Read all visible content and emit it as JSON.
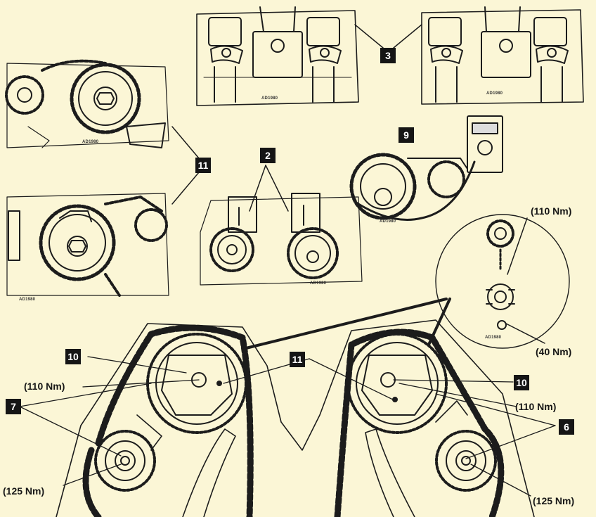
{
  "callouts": {
    "c3": "3",
    "c11_top": "11",
    "c2": "2",
    "c9": "9",
    "c10_left": "10",
    "c11_mid": "11",
    "c10_right": "10",
    "c7": "7",
    "c6": "6"
  },
  "torques": {
    "t110_tl": "(110 Nm)",
    "t110_inset": "(110 Nm)",
    "t40": "(40 Nm)",
    "t110_r": "(110 Nm)",
    "t125_l": "(125 Nm)",
    "t125_r": "(125 Nm)"
  },
  "image_codes": {
    "a1": "AD1980",
    "a2": "AD1980",
    "a3": "AD1980",
    "a4": "AD1980",
    "a5": "AD1980",
    "a6": "AD1980",
    "a7": "AD1980"
  },
  "colors": {
    "background": "#fbf6d6",
    "line": "#1c1c1c",
    "callout_fill": "#151515",
    "callout_text": "#ffffff"
  }
}
